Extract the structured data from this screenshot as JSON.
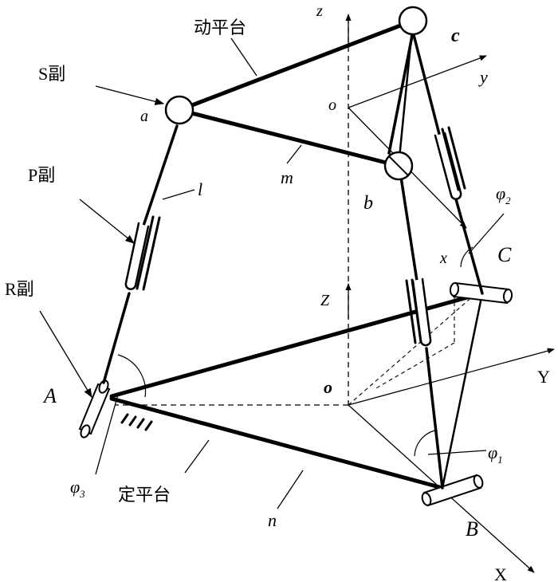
{
  "labels": {
    "moving_platform": "动平台",
    "fixed_platform": "定平台",
    "s_joint": "S副",
    "p_joint": "P副",
    "r_joint": "R副",
    "point_a": "a",
    "point_b": "b",
    "point_c": "c",
    "point_A": "A",
    "point_B": "B",
    "point_C": "C",
    "origin_small": "o",
    "origin_big": "o",
    "axis_z": "z",
    "axis_y": "y",
    "axis_x": "x",
    "axis_Z": "Z",
    "axis_Y": "Y",
    "axis_X": "X",
    "length_l": "l",
    "length_m": "m",
    "length_n": "n",
    "phi1": "φ",
    "phi1_sub": "1",
    "phi2": "φ",
    "phi2_sub": "2",
    "phi3": "φ",
    "phi3_sub": "3"
  }
}
